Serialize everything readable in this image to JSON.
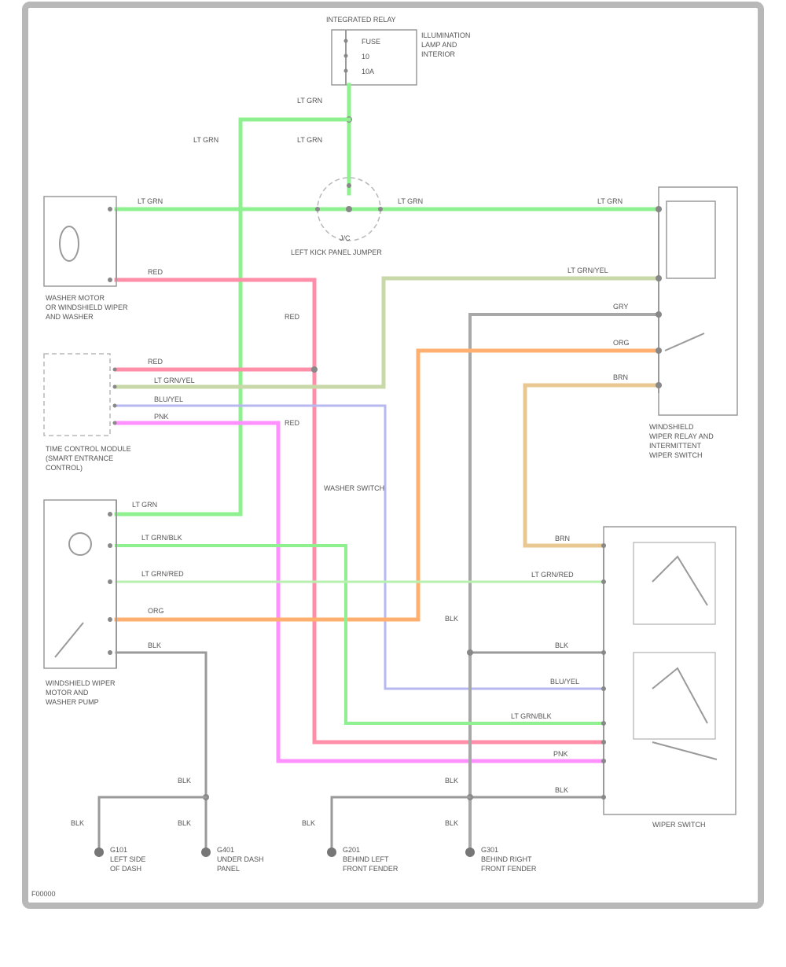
{
  "colors": {
    "lt_grn": "#8ff08f",
    "red": "#ff8fa8",
    "grn_yel": "#c8d8a8",
    "gry": "#a8a8a8",
    "org": "#ffb070",
    "brn": "#e8c890",
    "pnk": "#ff90ff",
    "blu": "#9090ff",
    "blk": "#9a9a9a"
  },
  "components": {
    "fuse_block": "INTEGRATED RELAY",
    "fuse_items": [
      "FUSE",
      "10",
      "10A"
    ],
    "fuse_desc": [
      "ILLUMINATION",
      "LAMP AND",
      "INTERIOR"
    ],
    "joint": "LEFT KICK PANEL JUMPER",
    "joint_id": "J/C",
    "washer_motor": [
      "WASHER MOTOR",
      "OR WINDSHIELD WIPER",
      "AND WASHER"
    ],
    "time_control": [
      "TIME CONTROL MODULE",
      "(SMART ENTRANCE",
      "CONTROL)"
    ],
    "wiper_motor": [
      "WINDSHIELD WIPER",
      "MOTOR AND",
      "WASHER PUMP"
    ],
    "wiper_relay": [
      "WINDSHIELD",
      "WIPER RELAY AND",
      "INTERMITTENT",
      "WIPER SWITCH"
    ],
    "wiper_switch": "WIPER SWITCH",
    "mid_label": "WASHER SWITCH"
  },
  "wires": {
    "lt_grn": "LT GRN",
    "red": "RED",
    "lt_grn_yel": "LT GRN/YEL",
    "blu_yel": "BLU/YEL",
    "pnk": "PNK",
    "gry": "GRY",
    "org": "ORG",
    "brn": "BRN",
    "lt_grn_blk": "LT GRN/BLK",
    "lt_grn_red": "LT GRN/RED",
    "blk": "BLK",
    "blu_yel2": "BLU/YEL"
  },
  "grounds": [
    {
      "id": "G101",
      "desc": [
        "LEFT SIDE",
        "OF DASH"
      ]
    },
    {
      "id": "G401",
      "desc": [
        "UNDER DASH",
        "PANEL"
      ]
    },
    {
      "id": "G201",
      "desc": [
        "BEHIND LEFT",
        "FRONT FENDER"
      ]
    },
    {
      "id": "G301",
      "desc": [
        "BEHIND RIGHT",
        "FRONT FENDER"
      ]
    }
  ],
  "footer_code": "F00000"
}
